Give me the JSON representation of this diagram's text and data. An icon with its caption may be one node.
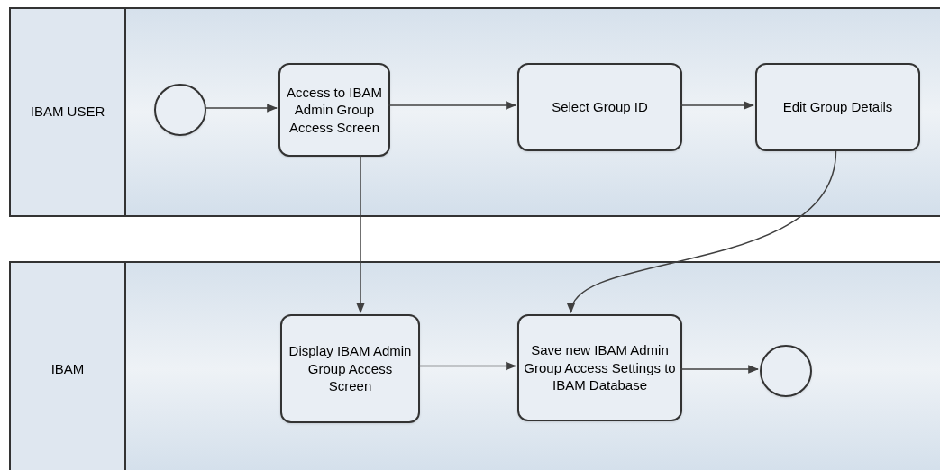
{
  "diagram": {
    "nodes": [
      {
        "text": [
          "IBAM USER"
        ]
      },
      {
        "text": [],
        "shape": "circle",
        "in": 0
      },
      {
        "text": [
          "Access to IBAM Admin Group Access Screen"
        ],
        "in": 0
      },
      {
        "text": [
          "Select Group ID"
        ],
        "in": 0
      },
      {
        "text": [
          "Edit Group Details"
        ],
        "in": 0
      },
      {
        "text": [
          "IBAM"
        ]
      },
      {
        "text": [
          "Display IBAM Admin Group Access Screen"
        ],
        "in": 5
      },
      {
        "text": [
          "Save new IBAM Admin Group Access Settings to IBAM Database"
        ],
        "in": 5
      },
      {
        "text": [],
        "shape": "circle",
        "in": 5
      }
    ],
    "edges": [
      {
        "from": 1,
        "to": 2,
        "arrow": "to"
      },
      {
        "from": 2,
        "to": 3,
        "arrow": "to"
      },
      {
        "from": 3,
        "to": 4,
        "arrow": "to"
      },
      {
        "from": 2,
        "to": 6,
        "arrow": "to"
      },
      {
        "from": 4,
        "to": 7,
        "arrow": "to"
      },
      {
        "from": 6,
        "to": 7,
        "arrow": "to"
      },
      {
        "from": 7,
        "to": 8,
        "arrow": "to"
      }
    ]
  }
}
